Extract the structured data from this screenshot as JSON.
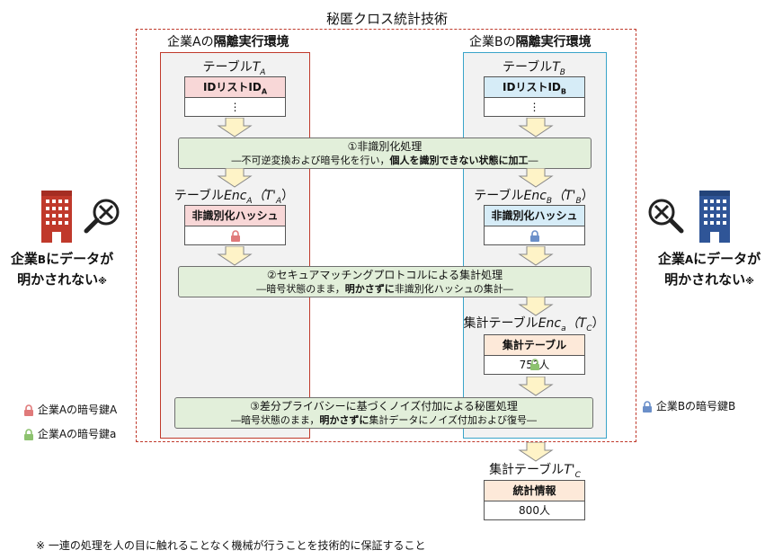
{
  "title": "秘匿クロス統計技術",
  "env_a": {
    "prefix": "企業Aの",
    "bold": "隔離実行環境"
  },
  "env_b": {
    "prefix": "企業Bの",
    "bold": "隔離実行環境"
  },
  "table_a": {
    "label": "テーブル",
    "sym": "T",
    "sub": "A",
    "header": "IDリストID",
    "header_sub": "A",
    "body": "⋮"
  },
  "table_b": {
    "label": "テーブル",
    "sym": "T",
    "sub": "B",
    "header": "IDリストID",
    "header_sub": "B",
    "body": "⋮"
  },
  "step1": {
    "title": "①非識別化処理",
    "sub_plain": "―不可逆変換および暗号化を行い，",
    "sub_bold": "個人を識別できない状態に加工",
    "sub_end": "―"
  },
  "enc_a": {
    "label": "テーブル",
    "sym": "Enc",
    "sub": "A",
    "paren": "（T'",
    "paren_sub": "A",
    "close": "）",
    "header": "非識別化ハッシュ"
  },
  "enc_b": {
    "label": "テーブル",
    "sym": "Enc",
    "sub": "B",
    "paren": "（T'",
    "paren_sub": "B",
    "close": "）",
    "header": "非識別化ハッシュ"
  },
  "step2": {
    "title": "②セキュアマッチングプロトコルによる集計処理",
    "sub_plain": "―暗号状態のまま，",
    "sub_bold": "明かさずに",
    "sub_end": "非識別化ハッシュの集計―"
  },
  "agg_enc": {
    "label": "集計テーブル",
    "sym": "Enc",
    "sub": "a",
    "paren": "（T",
    "paren_sub": "C",
    "close": "）",
    "header": "集計テーブル",
    "value": "75?人"
  },
  "step3": {
    "title": "③差分プライバシーに基づくノイズ付加による秘匿処理",
    "sub_plain": "―暗号状態のまま，",
    "sub_bold": "明かさずに",
    "sub_end": "集計データにノイズ付加および復号―"
  },
  "final": {
    "label": "集計テーブル",
    "sym": "T'",
    "sub": "C",
    "header": "統計情報",
    "value": "800人"
  },
  "left_side": {
    "line1_a": "企業",
    "line1_b": "B",
    "line1_c": "にデータが",
    "line2": "明かされない",
    "mark": "※"
  },
  "right_side": {
    "line1_a": "企業",
    "line1_b": "A",
    "line1_c": "にデータが",
    "line2": "明かされない",
    "mark": "※"
  },
  "legend": {
    "key_a_upper": "企業Aの暗号鍵A",
    "key_a_lower": "企業Aの暗号鍵a",
    "key_b": "企業Bの暗号鍵B"
  },
  "footnote": "※ 一連の処理を人の目に触れることなく機械が行うことを技術的に保証すること",
  "colors": {
    "red": "#c0392b",
    "blue": "#39a4c9",
    "lock_red": "#e07a7a",
    "lock_blue": "#6b8fc9",
    "lock_green": "#8dc26f",
    "building_red": "#c0392b",
    "building_blue": "#2f5597",
    "proc_bg": "#e2efda",
    "arrow_fill": "#fef3c7"
  },
  "icons": {
    "building_a": "building-icon",
    "building_b": "building-icon",
    "no_search": "no-magnifier-icon",
    "lock": "lock-icon"
  }
}
